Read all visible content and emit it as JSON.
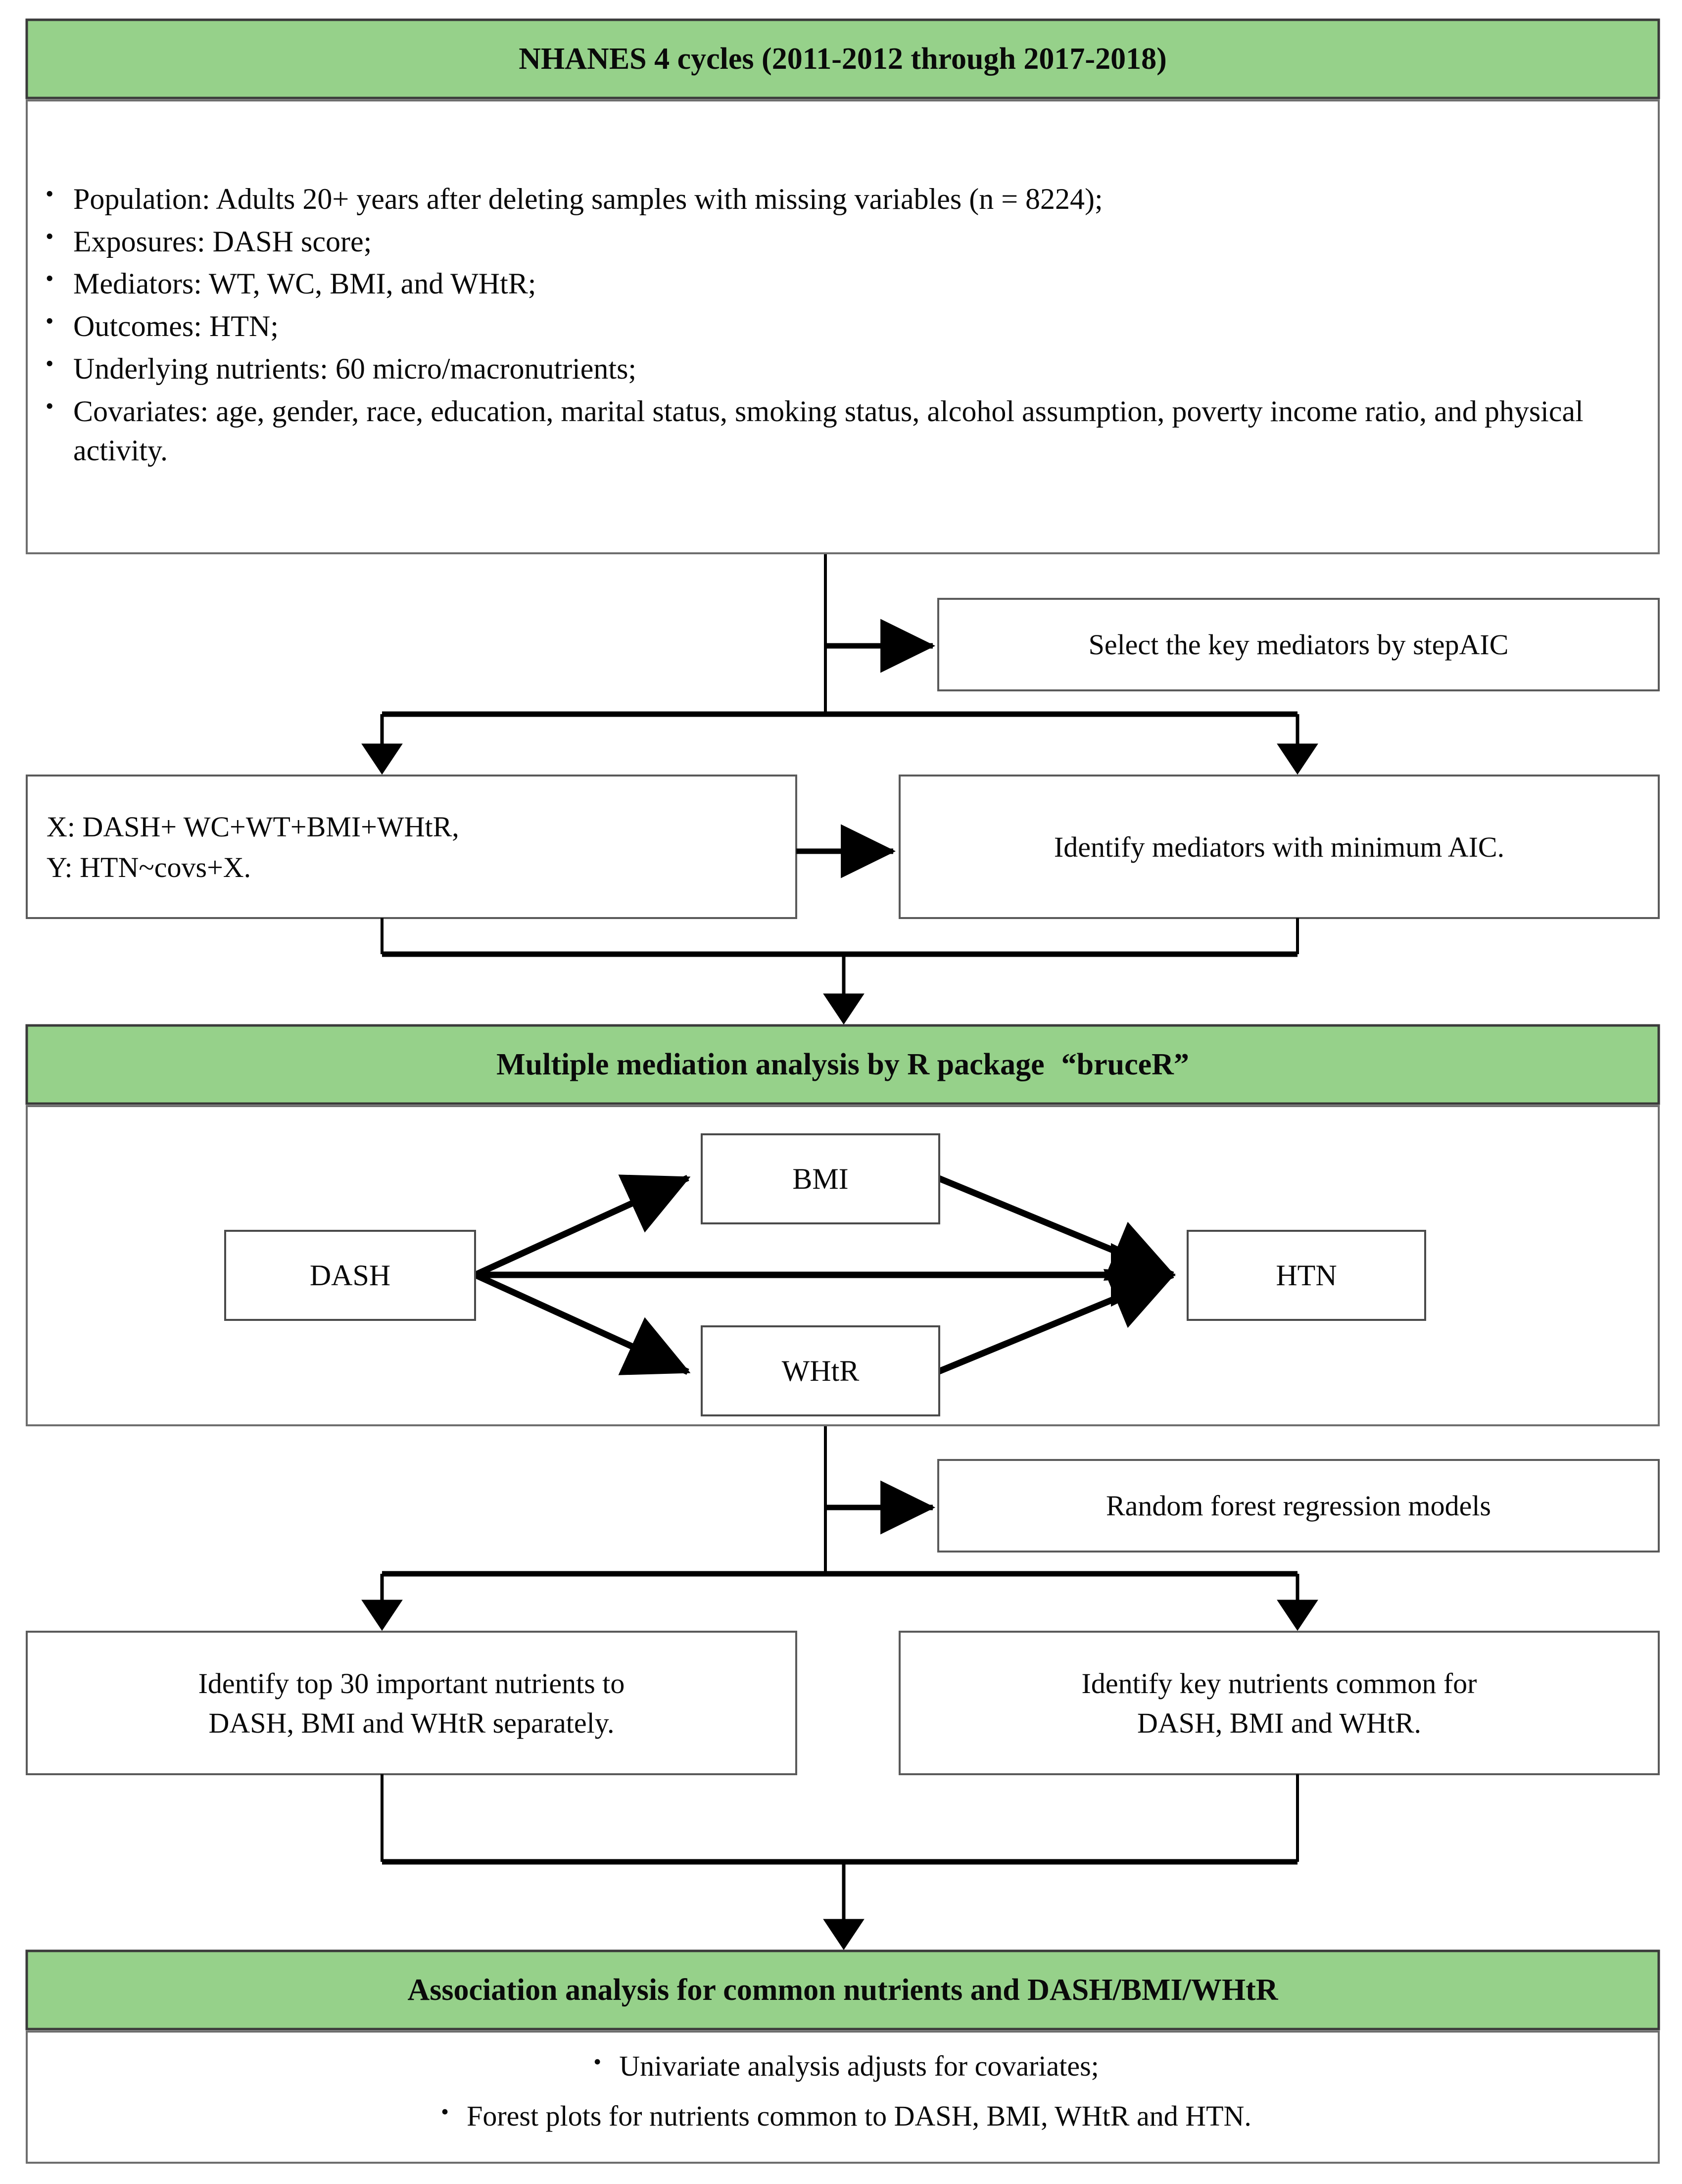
{
  "figure": {
    "type": "flowchart",
    "title": "NHANES DASH score mediation study design flowchart",
    "accent_green": "#96D18A",
    "border_color": "#404040",
    "line_color": "#000000",
    "text_color": "#0a0a0a"
  },
  "section1": {
    "header": "NHANES 4 cycles (2011-2012 through 2017-2018)",
    "bullets": [
      "Population: Adults 20+ years after deleting samples with missing variables (n = 8224);",
      "Exposures: DASH score;",
      "Mediators: WT, WC, BMI, and WHtR;",
      "Outcomes: HTN;",
      "Underlying nutrients: 60 micro/macronutrients;",
      "Covariates: age, gender, race, education, marital status, smoking status, alcohol assumption, poverty income ratio, and physical activity."
    ]
  },
  "step_stepaic": {
    "label": "Select the key mediators by stepAIC"
  },
  "step_model": {
    "line1": "X: DASH+ WC+WT+BMI+WHtR,",
    "line2": "Y: HTN~covs+X."
  },
  "step_minaic": {
    "label": "Identify mediators with minimum AIC."
  },
  "section2": {
    "header": "Multiple mediation analysis by R package 「bruceR」",
    "header_prefix": "Multiple mediation analysis by R package",
    "quote_open": "“",
    "quote_close": "”",
    "package_name": "bruceR",
    "nodes": {
      "exposure": "DASH",
      "mediator_top": "BMI",
      "mediator_bottom": "WHtR",
      "outcome": "HTN"
    },
    "paths": [
      {
        "from": "DASH",
        "to": "BMI"
      },
      {
        "from": "BMI",
        "to": "HTN"
      },
      {
        "from": "DASH",
        "to": "HTN"
      },
      {
        "from": "DASH",
        "to": "WHtR"
      },
      {
        "from": "WHtR",
        "to": "HTN"
      }
    ]
  },
  "step_rf": {
    "label": "Random forest regression models"
  },
  "step_top30": {
    "line1": "Identify top 30 important nutrients to",
    "line2": "DASH, BMI and WHtR separately."
  },
  "step_common": {
    "line1": "Identify key nutrients common for",
    "line2": "DASH, BMI and WHtR."
  },
  "section3": {
    "header": "Association analysis for common nutrients and DASH/BMI/WHtR",
    "bullets": [
      "Univariate analysis adjusts for covariates;",
      "Forest plots for nutrients common to DASH, BMI, WHtR and HTN."
    ]
  }
}
